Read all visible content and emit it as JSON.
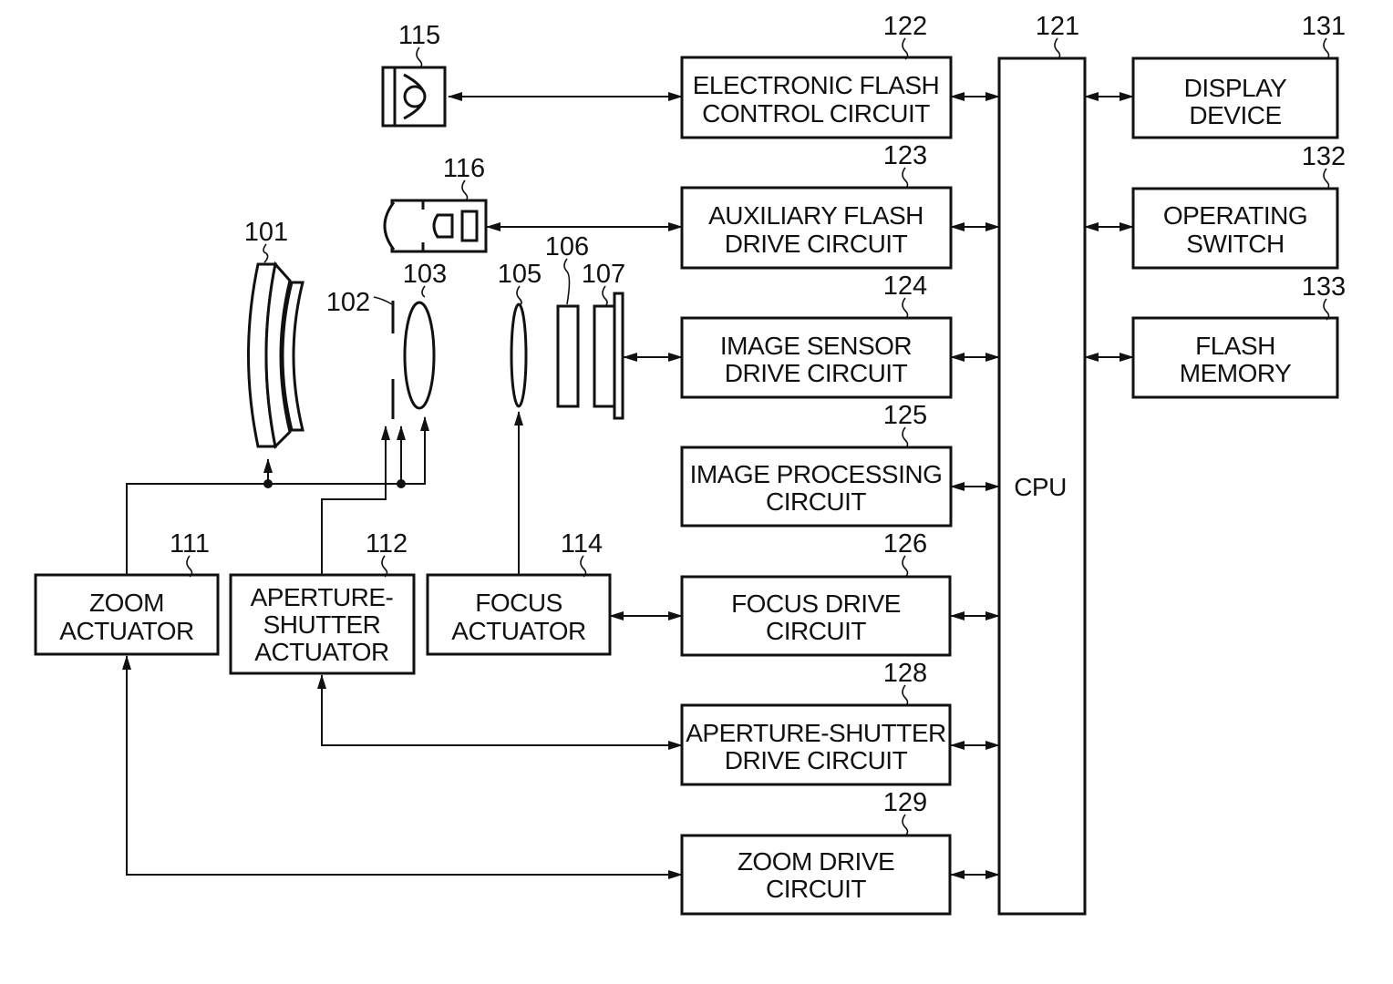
{
  "blocks": {
    "electronic_flash_control": {
      "ref": "122",
      "lines": [
        "ELECTRONIC FLASH",
        "CONTROL CIRCUIT"
      ]
    },
    "auxiliary_flash_drive": {
      "ref": "123",
      "lines": [
        "AUXILIARY FLASH",
        "DRIVE CIRCUIT"
      ]
    },
    "image_sensor_drive": {
      "ref": "124",
      "lines": [
        "IMAGE SENSOR",
        "DRIVE CIRCUIT"
      ]
    },
    "image_processing": {
      "ref": "125",
      "lines": [
        "IMAGE PROCESSING",
        "CIRCUIT"
      ]
    },
    "focus_drive": {
      "ref": "126",
      "lines": [
        "FOCUS DRIVE",
        "CIRCUIT"
      ]
    },
    "aperture_shutter_drive": {
      "ref": "128",
      "lines": [
        "APERTURE-SHUTTER",
        "DRIVE CIRCUIT"
      ]
    },
    "zoom_drive": {
      "ref": "129",
      "lines": [
        "ZOOM DRIVE",
        "CIRCUIT"
      ]
    },
    "cpu": {
      "ref": "121",
      "lines": [
        "CPU"
      ]
    },
    "display_device": {
      "ref": "131",
      "lines": [
        "DISPLAY",
        "DEVICE"
      ]
    },
    "operating_switch": {
      "ref": "132",
      "lines": [
        "OPERATING",
        "SWITCH"
      ]
    },
    "flash_memory": {
      "ref": "133",
      "lines": [
        "FLASH",
        "MEMORY"
      ]
    },
    "zoom_actuator": {
      "ref": "111",
      "lines": [
        "ZOOM",
        "ACTUATOR"
      ]
    },
    "aperture_shutter_actuator": {
      "ref": "112",
      "lines": [
        "APERTURE-",
        "SHUTTER",
        "ACTUATOR"
      ]
    },
    "focus_actuator": {
      "ref": "114",
      "lines": [
        "FOCUS",
        "ACTUATOR"
      ]
    }
  },
  "components": {
    "electronic_flash": {
      "ref": "115"
    },
    "auxiliary_flash": {
      "ref": "116"
    },
    "first_lens_group": {
      "ref": "101"
    },
    "aperture_shutter": {
      "ref": "102"
    },
    "second_lens_group": {
      "ref": "103"
    },
    "third_lens_group": {
      "ref": "105"
    },
    "optical_lowpass_filter": {
      "ref": "106"
    },
    "image_sensor": {
      "ref": "107"
    }
  }
}
